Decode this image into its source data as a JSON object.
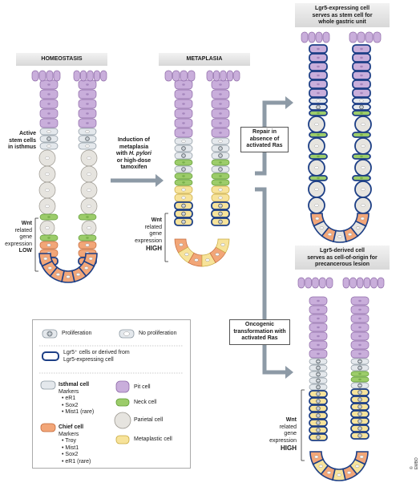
{
  "panels": {
    "homeostasis": {
      "title": "HOMEOSTASIS"
    },
    "metaplasia": {
      "title": "METAPLASIA"
    },
    "lgr5_stem": {
      "title_line1": "Lgr5-expressing cell",
      "title_line2": "serves as stem cell for",
      "title_line3": "whole gastric unit"
    },
    "lgr5_origin": {
      "title_line1": "Lgr5-derived cell",
      "title_line2": "serves as cell-of-origin for",
      "title_line3": "precancerous lesion"
    }
  },
  "labels": {
    "active_stem": [
      "Active",
      "stem cells",
      "in isthmus"
    ],
    "induction": [
      "Induction of",
      "metaplasia",
      "with",
      "H. pylori",
      "or high-dose",
      "tamoxifen"
    ],
    "wnt_low": {
      "l1": "Wnt",
      "l2": "related",
      "l3": "gene",
      "l4": "expression",
      "level": "LOW"
    },
    "wnt_high_1": {
      "l1": "Wnt",
      "l2": "related",
      "l3": "gene",
      "l4": "expression",
      "level": "HIGH"
    },
    "wnt_high_2": {
      "l1": "Wnt",
      "l2": "related",
      "l3": "gene",
      "l4": "expression",
      "level": "HIGH"
    },
    "repair": [
      "Repair in",
      "absence of",
      "activated Ras"
    ],
    "oncogenic": [
      "Oncogenic",
      "transformation with",
      "activated Ras"
    ]
  },
  "legend": {
    "proliferation": "Proliferation",
    "no_proliferation": "No proliferation",
    "lgr5_line1": "Lgr5⁺ cells or derived from",
    "lgr5_line2": "Lgr5-expressing cell",
    "isthmal": {
      "name": "Isthmal cell",
      "markers_label": "Markers",
      "markers": [
        "• eR1",
        "• Sox2",
        "• Mist1 (rare)"
      ]
    },
    "chief": {
      "name": "Chief cell",
      "markers_label": "Markers",
      "markers": [
        "• Troy",
        "• Mist1",
        "• Sox2",
        "• eR1 (rare)"
      ]
    },
    "pit": "Pit cell",
    "neck": "Neck cell",
    "parietal": "Parietal cell",
    "metaplastic": "Metaplastic cell"
  },
  "copyright": "© EMBO",
  "colors": {
    "pit": "#c9aedb",
    "pit_stroke": "#8e6aa8",
    "neck": "#9ccc6a",
    "neck_stroke": "#5f9a35",
    "isthmal": "#e4e8ec",
    "isthmal_stroke": "#8a96a0",
    "parietal": "#e6e4df",
    "parietal_stroke": "#9a968e",
    "chief": "#f2a678",
    "chief_stroke": "#c4693a",
    "metaplastic": "#f7e39a",
    "metaplastic_stroke": "#c8a93e",
    "lgr5": "#1d3f86",
    "arrow": "#8d9aa6"
  }
}
